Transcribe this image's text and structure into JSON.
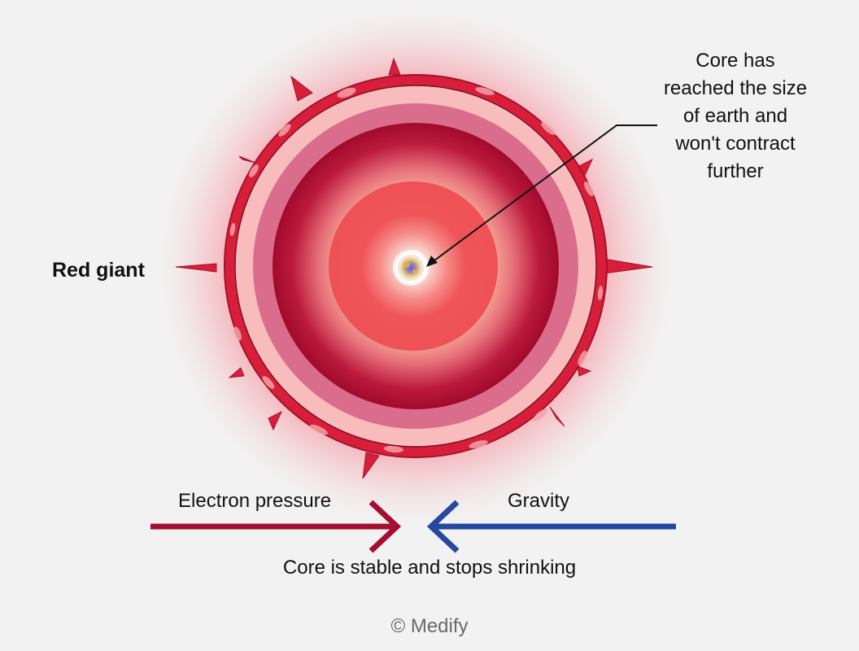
{
  "labels": {
    "red_giant": "Red giant",
    "core_note_lines": [
      "Core has",
      "reached the size",
      "of earth and",
      "won't contract",
      "further"
    ],
    "electron_pressure": "Electron pressure",
    "gravity": "Gravity",
    "core_status": "Core is stable and stops shrinking",
    "copyright": "© Medify"
  },
  "colors": {
    "background": "#f2f2f2",
    "outer_shell": "#d81e3a",
    "outer_shell_dark": "#a3122c",
    "pale_layer": "#f8bcbc",
    "pink_layer": "#db6d8c",
    "crimson_layer": "#a80c2c",
    "inner_core_zone": "#ef5458",
    "electron_arrow": "#a50e32",
    "gravity_arrow": "#2548a1",
    "glow": "#f45d6b"
  },
  "icons": {
    "core": "white-dwarf-core-icon",
    "electron_arrow": "arrow-right-icon",
    "gravity_arrow": "arrow-left-icon"
  }
}
